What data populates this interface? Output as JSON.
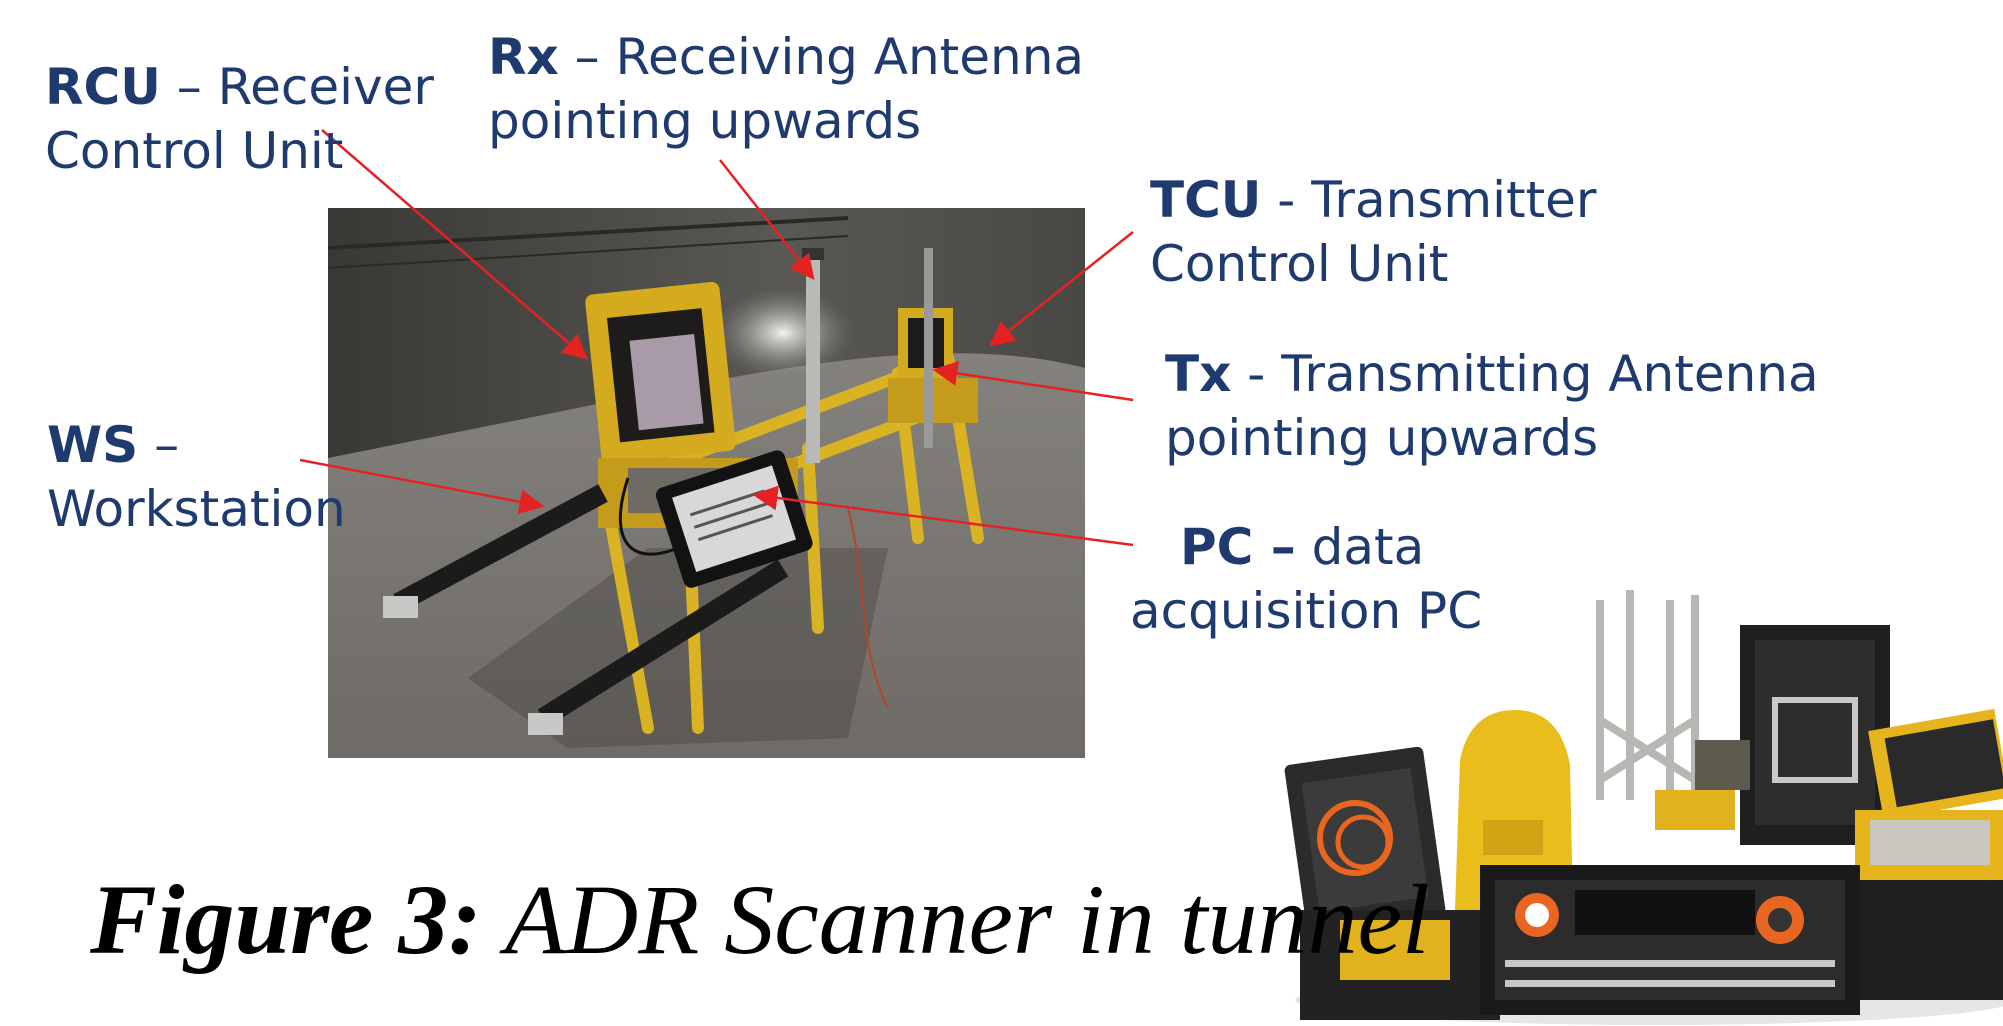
{
  "labels": {
    "rcu": {
      "abbr": "RCU",
      "line1": " – Receiver",
      "line2": "Control Unit"
    },
    "rx": {
      "abbr": "Rx",
      "line1": " – Receiving Antenna",
      "line2": "pointing upwards"
    },
    "tcu": {
      "abbr": "TCU",
      "line1": " - Transmitter",
      "line2": "Control Unit"
    },
    "tx": {
      "abbr": "Tx",
      "line1": " - Transmitting Antenna",
      "line2": "pointing upwards"
    },
    "ws": {
      "abbr": "WS",
      "line1": " –",
      "line2": "Workstation"
    },
    "pc": {
      "abbr": "PC –",
      "line1": " data",
      "line2": "acquisition PC"
    }
  },
  "caption": {
    "bold": "Figure 3:",
    "rest": " ADR Scanner in tunnel"
  },
  "colors": {
    "label_text": "#1f3a6e",
    "arrow": "#e52222"
  }
}
